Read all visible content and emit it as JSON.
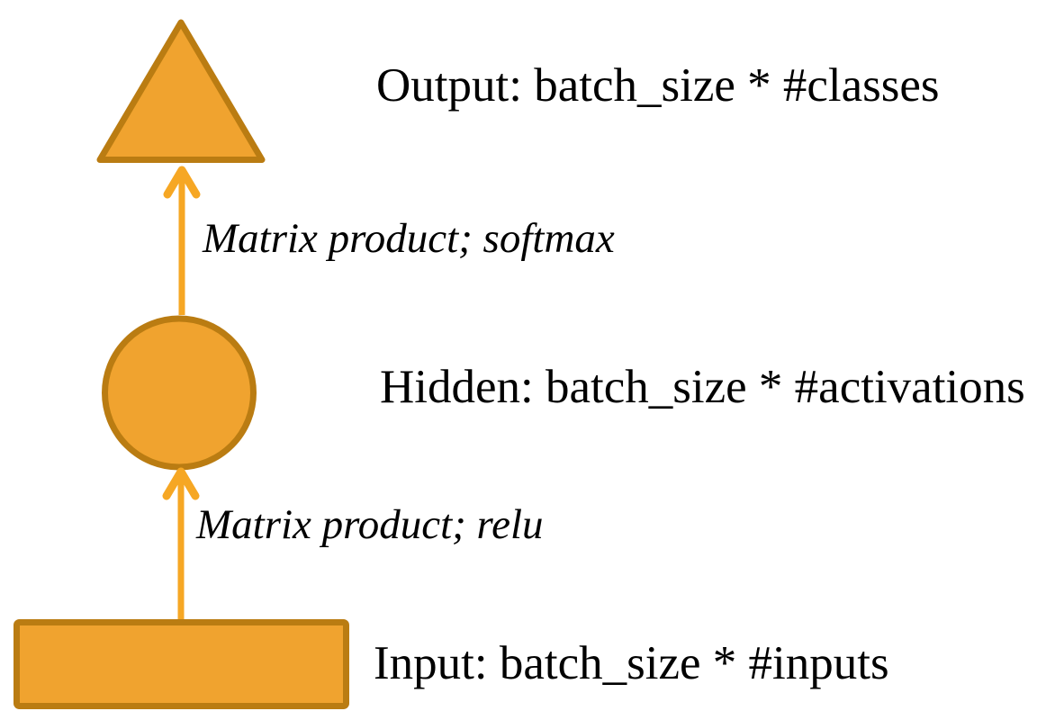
{
  "diagram": {
    "type": "neural-network-layer-diagram",
    "nodes": [
      {
        "id": "output",
        "shape": "triangle",
        "label": "Output: batch_size * #classes"
      },
      {
        "id": "hidden",
        "shape": "circle",
        "label": "Hidden: batch_size * #activations"
      },
      {
        "id": "input",
        "shape": "rectangle",
        "label": "Input: batch_size * #inputs"
      }
    ],
    "edges": [
      {
        "from": "hidden",
        "to": "output",
        "label": "Matrix product; softmax"
      },
      {
        "from": "input",
        "to": "hidden",
        "label": "Matrix product; relu"
      }
    ],
    "colors": {
      "shape_fill": "#F0A32F",
      "shape_border": "#BA7C12",
      "arrow": "#F6A724",
      "text": "#000000",
      "background": "#FFFFFF"
    }
  }
}
